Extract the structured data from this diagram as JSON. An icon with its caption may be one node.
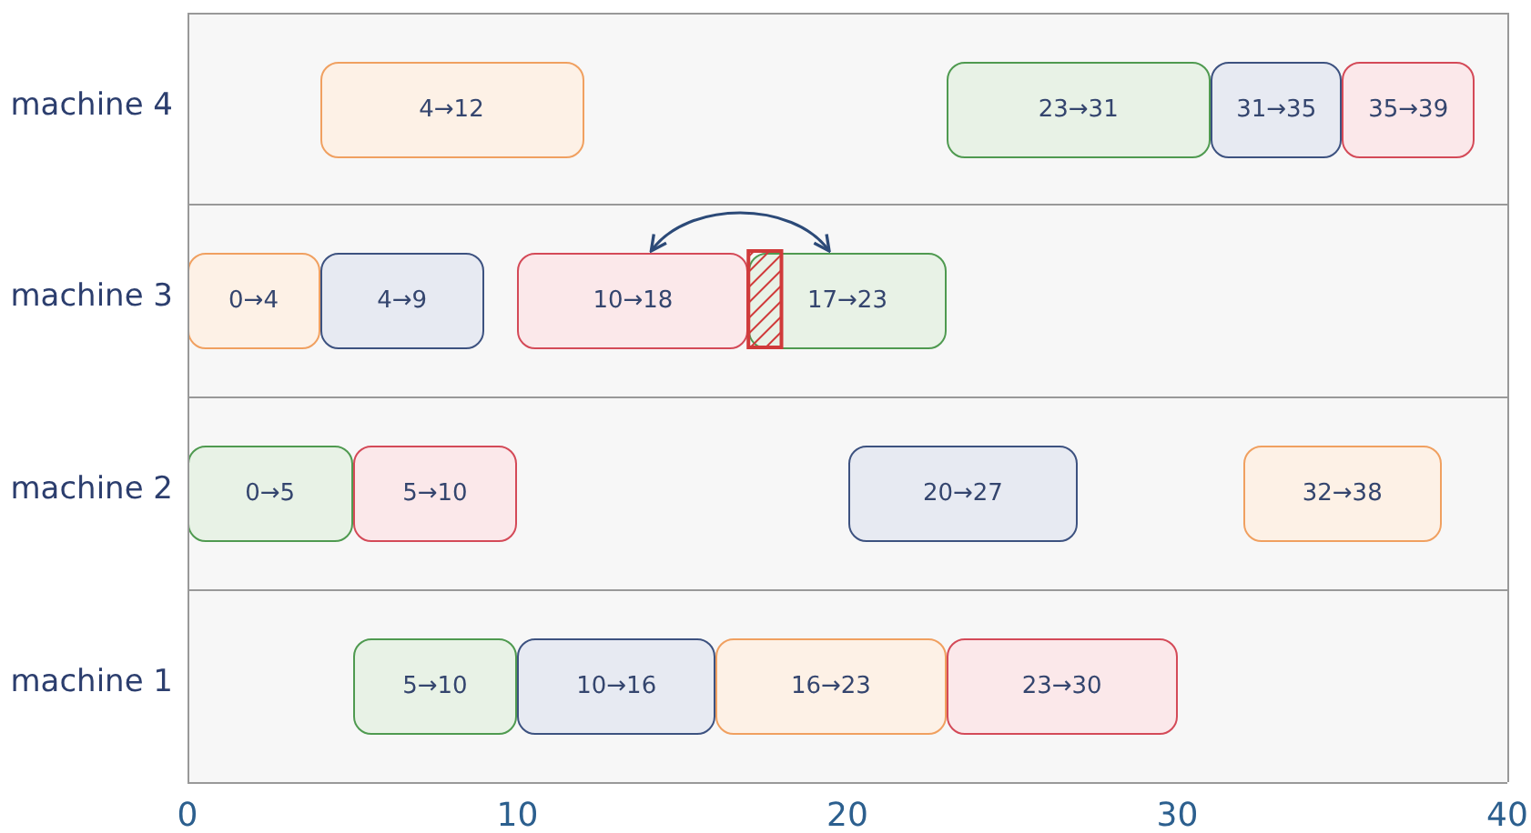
{
  "diagram": {
    "nodes": [
      {
        "text": [
          "machine 4"
        ]
      },
      {
        "text": [
          "4→12"
        ],
        "in": 0
      },
      {
        "text": [
          "23→31"
        ],
        "in": 0
      },
      {
        "text": [
          "31→35"
        ],
        "in": 0
      },
      {
        "text": [
          "35→39"
        ],
        "in": 0
      },
      {
        "text": [
          "machine 3"
        ]
      },
      {
        "text": [
          "0→4"
        ],
        "in": 5
      },
      {
        "text": [
          "4→9"
        ],
        "in": 5
      },
      {
        "text": [
          "10→18"
        ],
        "in": 5
      },
      {
        "text": [
          "17→23"
        ],
        "in": 5
      },
      {
        "text": [
          "machine 2"
        ]
      },
      {
        "text": [
          "0→5"
        ],
        "in": 10
      },
      {
        "text": [
          "5→10"
        ],
        "in": 10
      },
      {
        "text": [
          "20→27"
        ],
        "in": 10
      },
      {
        "text": [
          "32→38"
        ],
        "in": 10
      },
      {
        "text": [
          "machine 1"
        ]
      },
      {
        "text": [
          "5→10"
        ],
        "in": 15
      },
      {
        "text": [
          "10→16"
        ],
        "in": 15
      },
      {
        "text": [
          "16→23"
        ],
        "in": 15
      },
      {
        "text": [
          "23→30"
        ],
        "in": 15
      }
    ],
    "edges": [
      {
        "from": 8,
        "to": 9,
        "arrow": "both"
      }
    ],
    "labels": [
      "0",
      "10",
      "20",
      "30",
      "40"
    ]
  }
}
